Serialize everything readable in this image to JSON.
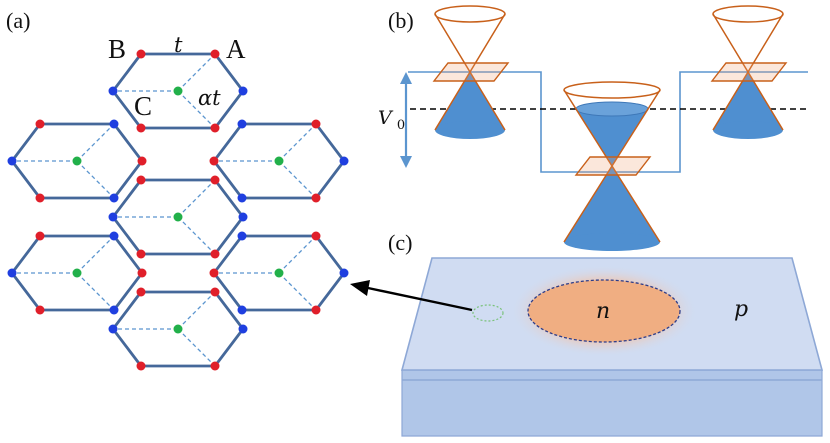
{
  "panels": {
    "a": "(a)",
    "b": "(b)",
    "c": "(c)"
  },
  "lattice": {
    "site_a": "A",
    "site_b": "B",
    "site_c": "C",
    "hop_t": "t",
    "hop_alpha_t": "αt"
  },
  "potential": {
    "v_label": "V",
    "v_sub": "0"
  },
  "regions": {
    "inner": "n",
    "outer": "p"
  },
  "colors": {
    "site_a": "#1f3fe0",
    "site_b": "#e01f2a",
    "site_c": "#22b04a",
    "bond": "#45689a",
    "dashed_bond": "#5b95cf",
    "cone_line": "#c8601a",
    "cone_fill": "#4f8fd0",
    "slab_top": "#cfdcf2",
    "slab_side": "#b0c6e8",
    "n_region": "#f0ae82"
  }
}
